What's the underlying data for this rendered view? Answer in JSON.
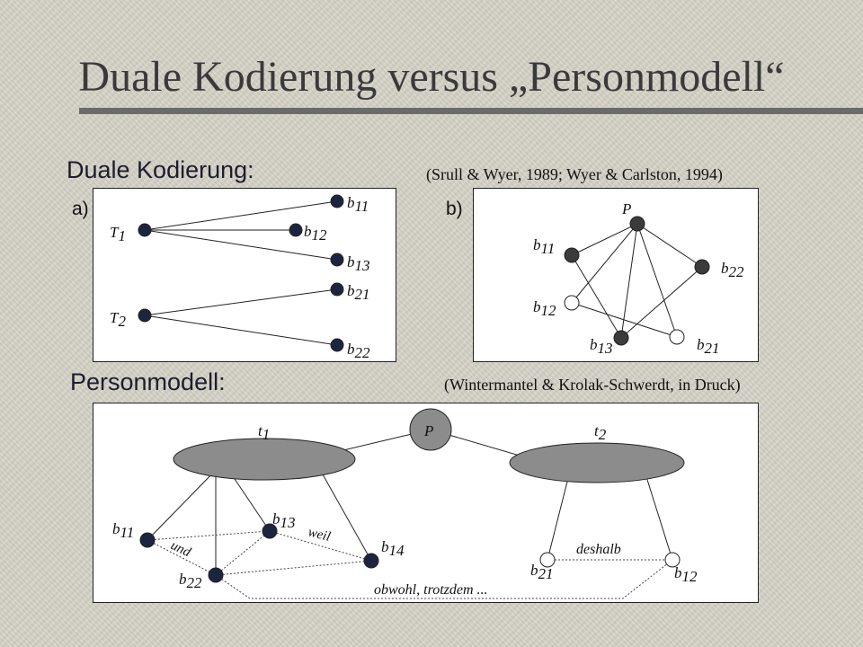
{
  "title": "Duale Kodierung versus „Personmodell“",
  "duale_heading": "Duale Kodierung:",
  "duale_citation": "(Srull & Wyer, 1989; Wyer & Carlston, 1994)",
  "panel_a_label": "a)",
  "panel_b_label": "b)",
  "person_heading": "Personmodell:",
  "person_citation": "(Wintermantel & Krolak-Schwerdt, in Druck)",
  "diagram_a": {
    "nodes": [
      {
        "id": "T1",
        "base": "T",
        "sub": "1"
      },
      {
        "id": "T2",
        "base": "T",
        "sub": "2"
      },
      {
        "id": "b11",
        "base": "b",
        "sub": "11"
      },
      {
        "id": "b12",
        "base": "b",
        "sub": "12"
      },
      {
        "id": "b13",
        "base": "b",
        "sub": "13"
      },
      {
        "id": "b21",
        "base": "b",
        "sub": "21"
      },
      {
        "id": "b22",
        "base": "b",
        "sub": "22"
      }
    ]
  },
  "diagram_b": {
    "nodes": [
      {
        "id": "P",
        "base": "P",
        "sub": ""
      },
      {
        "id": "b11",
        "base": "b",
        "sub": "11"
      },
      {
        "id": "b12",
        "base": "b",
        "sub": "12"
      },
      {
        "id": "b13",
        "base": "b",
        "sub": "13"
      },
      {
        "id": "b21",
        "base": "b",
        "sub": "21"
      },
      {
        "id": "b22",
        "base": "b",
        "sub": "22"
      }
    ]
  },
  "diagram_c": {
    "person": "P",
    "traits": [
      {
        "id": "t1",
        "base": "t",
        "sub": "1"
      },
      {
        "id": "t2",
        "base": "t",
        "sub": "2"
      }
    ],
    "nodes": [
      {
        "id": "b11",
        "base": "b",
        "sub": "11"
      },
      {
        "id": "b13",
        "base": "b",
        "sub": "13"
      },
      {
        "id": "b14",
        "base": "b",
        "sub": "14"
      },
      {
        "id": "b22",
        "base": "b",
        "sub": "22"
      },
      {
        "id": "b21",
        "base": "b",
        "sub": "21"
      },
      {
        "id": "b12",
        "base": "b",
        "sub": "12"
      }
    ],
    "connectives": {
      "und": "und",
      "weil": "weil",
      "deshalb": "deshalb",
      "obwohl": "obwohl, trotzdem ..."
    }
  }
}
